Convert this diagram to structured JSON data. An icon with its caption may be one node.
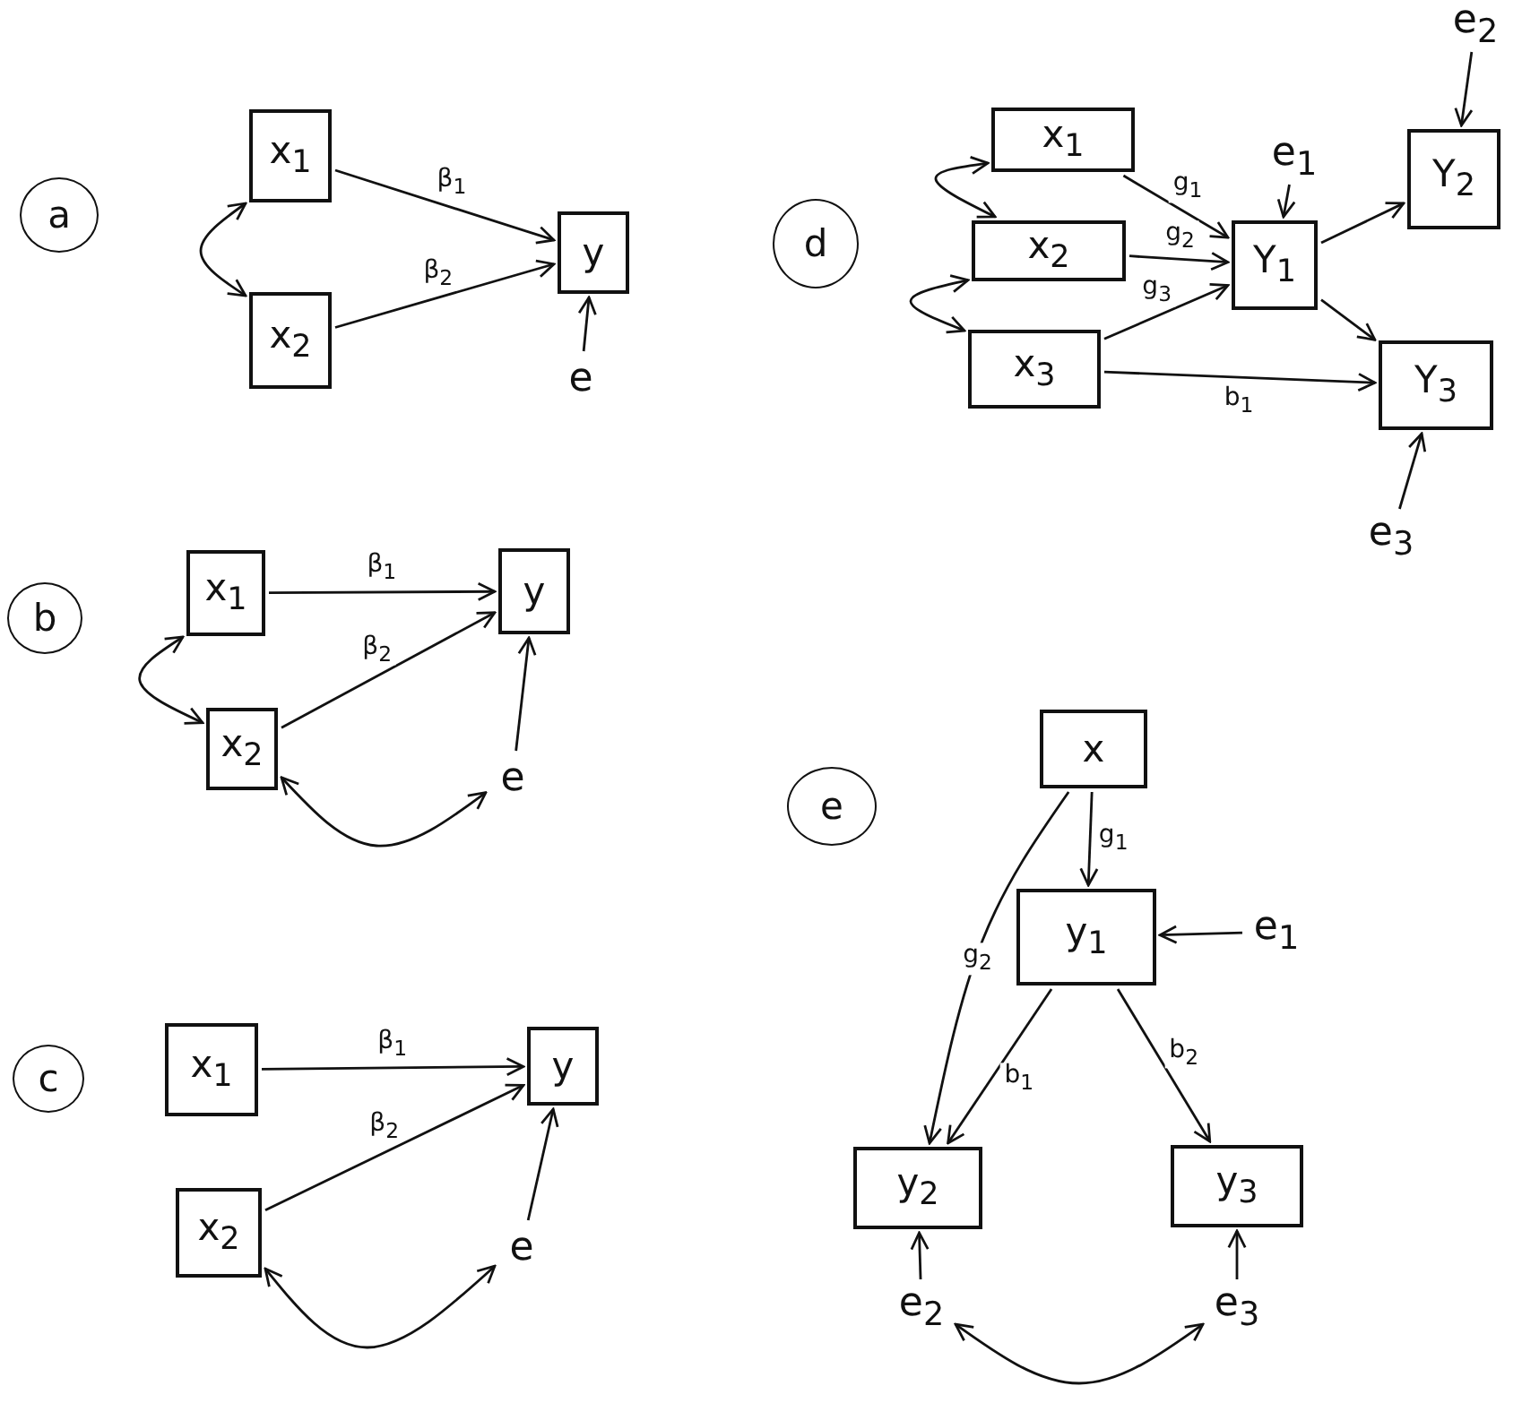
{
  "diagram": {
    "nodes": [
      {
        "text": [
          "a"
        ]
      },
      {
        "text": [
          "x$_{1}$"
        ]
      },
      {
        "text": [
          "x$_{2}$"
        ]
      },
      {
        "text": [
          "y"
        ]
      },
      {
        "text": [
          "e"
        ]
      },
      {
        "text": [
          "d"
        ]
      },
      {
        "text": [
          "x$_{1}$"
        ]
      },
      {
        "text": [
          "x$_{2}$"
        ]
      },
      {
        "text": [
          "x$_{3}$"
        ]
      },
      {
        "text": [
          "Y$_{1}$"
        ]
      },
      {
        "text": [
          "e$_{1}$"
        ]
      },
      {
        "text": [
          "Y$_{2}$"
        ]
      },
      {
        "text": [
          "e$_{2}$"
        ]
      },
      {
        "text": [
          "Y$_{3}$"
        ]
      },
      {
        "text": [
          "e$_{3}$"
        ]
      },
      {
        "text": [
          "b"
        ]
      },
      {
        "text": [
          "x$_{1}$"
        ]
      },
      {
        "text": [
          "x$_{2}$"
        ]
      },
      {
        "text": [
          "y"
        ]
      },
      {
        "text": [
          "e"
        ]
      },
      {
        "text": [
          "e"
        ]
      },
      {
        "text": [
          "x"
        ]
      },
      {
        "text": [
          "y$_{1}$"
        ]
      },
      {
        "text": [
          "e$_{1}$"
        ]
      },
      {
        "text": [
          "y$_{2}$"
        ]
      },
      {
        "text": [
          "y$_{3}$"
        ]
      },
      {
        "text": [
          "e$_{2}$"
        ]
      },
      {
        "text": [
          "e$_{3}$"
        ]
      },
      {
        "text": [
          "c"
        ]
      },
      {
        "text": [
          "x$_{1}$"
        ]
      },
      {
        "text": [
          "x$_{2}$"
        ]
      },
      {
        "text": [
          "y"
        ]
      },
      {
        "text": [
          "e"
        ]
      }
    ],
    "edges": [
      {
        "from": 1,
        "to": 2,
        "arrow": "both"
      },
      {
        "from": 1,
        "to": 3,
        "arrow": "to",
        "label": "β$_{1}$"
      },
      {
        "from": 2,
        "to": 3,
        "arrow": "to",
        "label": "β$_{2}$"
      },
      {
        "from": 4,
        "to": 3,
        "arrow": "to"
      },
      {
        "from": 6,
        "to": 7,
        "arrow": "both"
      },
      {
        "from": 7,
        "to": 8,
        "arrow": "both"
      },
      {
        "from": 6,
        "to": 9,
        "arrow": "to",
        "label": "g$_{1}$"
      },
      {
        "from": 7,
        "to": 9,
        "arrow": "to",
        "label": "g$_{2}$"
      },
      {
        "from": 8,
        "to": 9,
        "arrow": "to",
        "label": "g$_{3}$"
      },
      {
        "from": 8,
        "to": 13,
        "arrow": "to",
        "label": "b$_{1}$"
      },
      {
        "from": 10,
        "to": 9,
        "arrow": "to"
      },
      {
        "from": 9,
        "to": 11,
        "arrow": "to"
      },
      {
        "from": 9,
        "to": 13,
        "arrow": "to"
      },
      {
        "from": 12,
        "to": 11,
        "arrow": "to"
      },
      {
        "from": 14,
        "to": 13,
        "arrow": "to"
      },
      {
        "from": 16,
        "to": 17,
        "arrow": "both"
      },
      {
        "from": 16,
        "to": 18,
        "arrow": "to",
        "label": "β$_{1}$"
      },
      {
        "from": 17,
        "to": 18,
        "arrow": "to",
        "label": "β$_{2}$"
      },
      {
        "from": 19,
        "to": 18,
        "arrow": "to"
      },
      {
        "from": 17,
        "to": 19,
        "arrow": "both"
      },
      {
        "from": 21,
        "to": 22,
        "arrow": "to",
        "label": "g$_{1}$"
      },
      {
        "from": 21,
        "to": 24,
        "arrow": "to",
        "label": "g$_{2}$"
      },
      {
        "from": 23,
        "to": 22,
        "arrow": "to"
      },
      {
        "from": 22,
        "to": 24,
        "arrow": "to",
        "label": "b$_{1}$"
      },
      {
        "from": 22,
        "to": 25,
        "arrow": "to",
        "label": "b$_{2}$"
      },
      {
        "from": 26,
        "to": 24,
        "arrow": "to"
      },
      {
        "from": 27,
        "to": 25,
        "arrow": "to"
      },
      {
        "from": 26,
        "to": 27,
        "arrow": "both"
      },
      {
        "from": 29,
        "to": 31,
        "arrow": "to",
        "label": "β$_{1}$"
      },
      {
        "from": 30,
        "to": 31,
        "arrow": "to",
        "label": "β$_{2}$"
      },
      {
        "from": 32,
        "to": 31,
        "arrow": "to"
      },
      {
        "from": 30,
        "to": 32,
        "arrow": "both"
      }
    ]
  }
}
